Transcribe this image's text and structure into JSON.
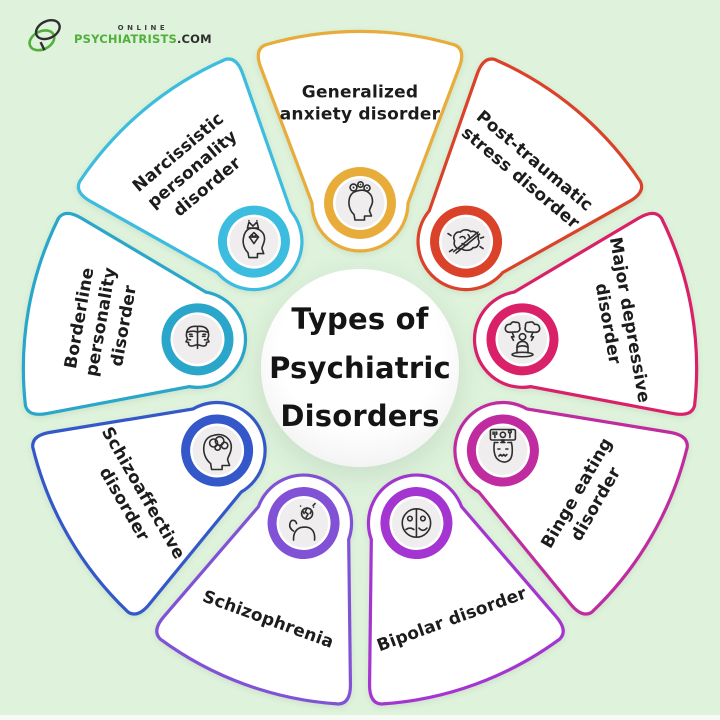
{
  "background_color": "#DEF2DC",
  "logo": {
    "brand_top": "ONLINE",
    "brand_main": "PSYCHIATRISTS",
    "brand_suffix": ".COM",
    "mark_green": "#53AF3C",
    "mark_dark": "#2e2e2e"
  },
  "center": {
    "title": "Types of\nPsychiatric\nDisorders"
  },
  "wedges": [
    {
      "label": "Generalized\nanxiety disorder",
      "icon": "anxiety-head-gears-icon",
      "color": "#E8AC3B"
    },
    {
      "label": "Post-traumatic\nstress disorder",
      "icon": "ptsd-brain-icon",
      "color": "#DB422A"
    },
    {
      "label": "Major depressive\ndisorder",
      "icon": "depression-person-storm-icon",
      "color": "#D92068"
    },
    {
      "label": "Binge eating\ndisorder",
      "icon": "binge-eating-icon",
      "color": "#C02BA0"
    },
    {
      "label": "Bipolar disorder",
      "icon": "bipolar-split-face-icon",
      "color": "#A435D0"
    },
    {
      "label": "Schizophrenia",
      "icon": "schizophrenia-person-icon",
      "color": "#8152D6"
    },
    {
      "label": "Schizoaffective\ndisorder",
      "icon": "schizoaffective-head-icon",
      "color": "#3458C9"
    },
    {
      "label": "Borderline\npersonality\ndisorder",
      "icon": "borderline-two-faces-icon",
      "color": "#29A6C9"
    },
    {
      "label": "Narcissistic\npersonality\ndisorder",
      "icon": "narcissistic-head-crown-icon",
      "color": "#3CBCDF"
    }
  ]
}
